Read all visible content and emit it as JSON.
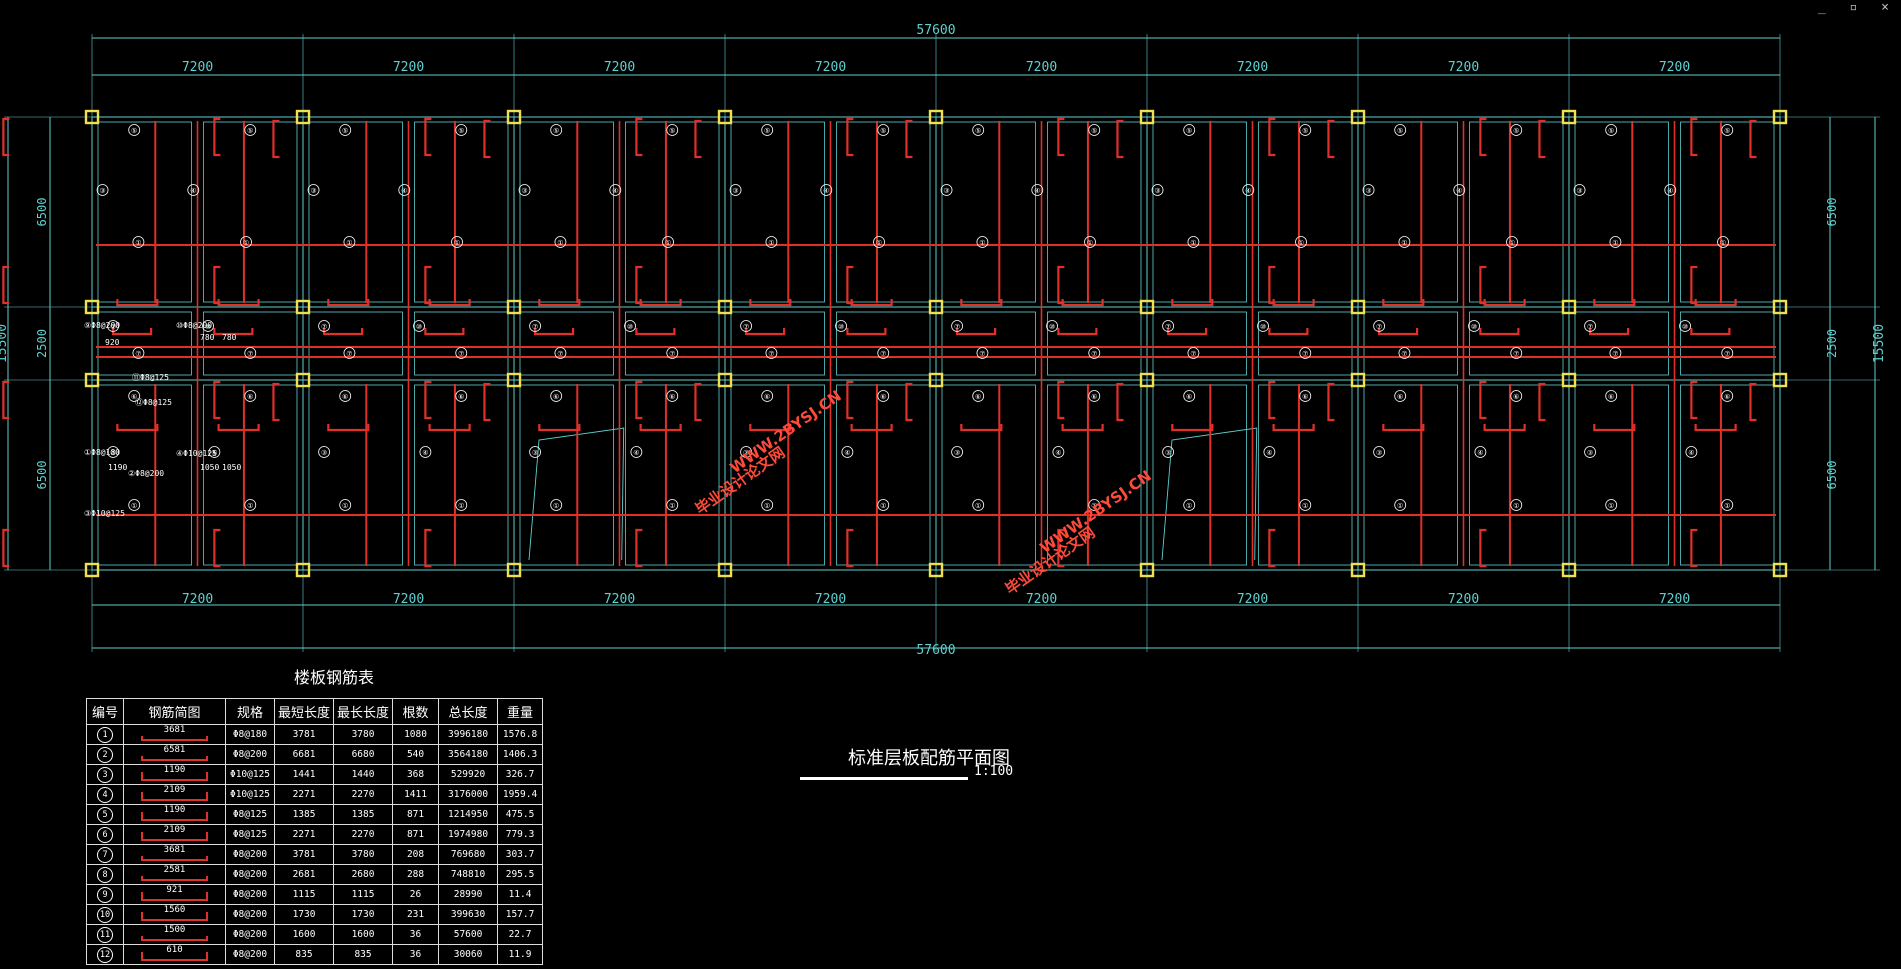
{
  "window_controls": "_ ▫ ×",
  "plan": {
    "overall_width_label": "57600",
    "bay_label": "7200",
    "bay_count": 8,
    "left_dims": [
      "6500",
      "2500",
      "6500"
    ],
    "right_dims": [
      "6500",
      "2500",
      "6500"
    ],
    "overall_depth_label": "15500",
    "mark_labels": [
      "①",
      "②",
      "③",
      "④",
      "⑤",
      "⑥",
      "⑦",
      "⑧",
      "⑨",
      "⑩"
    ],
    "detail_notes": [
      "⑨Φ8@200",
      "⑩Φ8@200",
      "920",
      "780",
      "780",
      "⑪Φ8@125",
      "⑫Φ8@125",
      "①Φ8@180",
      "②Φ8@200",
      "③Φ10@125",
      "④Φ10@125",
      "1190",
      "1050",
      "1050"
    ],
    "watermark_text": "毕业设计论文网",
    "watermark_url": "WWW.2BYSJ.CN",
    "colors": {
      "grid": "#5fd0d0",
      "rebar": "#e0302a",
      "column": "#f0e050",
      "text": "#ffffff"
    }
  },
  "table": {
    "title": "楼板钢筋表",
    "headers": [
      "编号",
      "钢筋简图",
      "规格",
      "最短长度",
      "最长长度",
      "根数",
      "总长度",
      "重量"
    ],
    "rows": [
      {
        "no": "1",
        "shape": "3681",
        "spec": "Φ8@180",
        "min": "3781",
        "max": "3780",
        "count": "1080",
        "total": "3996180",
        "weight": "1576.8"
      },
      {
        "no": "2",
        "shape": "6581",
        "spec": "Φ8@200",
        "min": "6681",
        "max": "6680",
        "count": "540",
        "total": "3564180",
        "weight": "1406.3"
      },
      {
        "no": "3",
        "shape": "1190",
        "spec": "Φ10@125",
        "min": "1441",
        "max": "1440",
        "count": "368",
        "total": "529920",
        "weight": "326.7"
      },
      {
        "no": "4",
        "shape": "2109",
        "spec": "Φ10@125",
        "min": "2271",
        "max": "2270",
        "count": "1411",
        "total": "3176000",
        "weight": "1959.4"
      },
      {
        "no": "5",
        "shape": "1190",
        "spec": "Φ8@125",
        "min": "1385",
        "max": "1385",
        "count": "871",
        "total": "1214950",
        "weight": "475.5"
      },
      {
        "no": "6",
        "shape": "2109",
        "spec": "Φ8@125",
        "min": "2271",
        "max": "2270",
        "count": "871",
        "total": "1974980",
        "weight": "779.3"
      },
      {
        "no": "7",
        "shape": "3681",
        "spec": "Φ8@200",
        "min": "3781",
        "max": "3780",
        "count": "208",
        "total": "769680",
        "weight": "303.7"
      },
      {
        "no": "8",
        "shape": "2581",
        "spec": "Φ8@200",
        "min": "2681",
        "max": "2680",
        "count": "288",
        "total": "748810",
        "weight": "295.5"
      },
      {
        "no": "9",
        "shape": "921",
        "spec": "Φ8@200",
        "min": "1115",
        "max": "1115",
        "count": "26",
        "total": "28990",
        "weight": "11.4"
      },
      {
        "no": "10",
        "shape": "1560",
        "spec": "Φ8@200",
        "min": "1730",
        "max": "1730",
        "count": "231",
        "total": "399630",
        "weight": "157.7"
      },
      {
        "no": "11",
        "shape": "1500",
        "spec": "Φ8@200",
        "min": "1600",
        "max": "1600",
        "count": "36",
        "total": "57600",
        "weight": "22.7"
      },
      {
        "no": "12",
        "shape": "610",
        "spec": "Φ8@200",
        "min": "835",
        "max": "835",
        "count": "36",
        "total": "30060",
        "weight": "11.9"
      }
    ]
  },
  "drawing": {
    "title": "标准层板配筋平面图",
    "scale": "1:100"
  }
}
